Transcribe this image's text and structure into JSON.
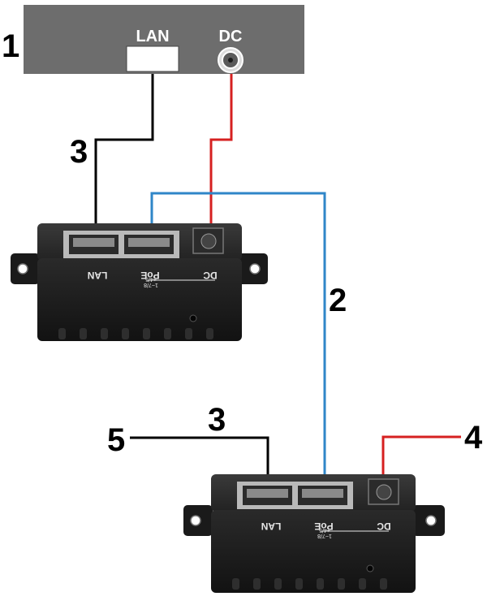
{
  "callouts": {
    "c1": "1",
    "c2": "2",
    "c3_top": "3",
    "c3_bottom": "3",
    "c4": "4",
    "c5": "5"
  },
  "device": {
    "lan_label": "LAN",
    "dc_label": "DC"
  },
  "injector": {
    "lan_label": "LAN",
    "poe_label": "PoE",
    "dc_label": "DC",
    "pin_top": "1~7/8",
    "pin_bottom": "+4/5"
  },
  "splitter": {
    "lan_label": "LAN",
    "poe_label": "PoE",
    "dc_label": "DC",
    "pin_top": "1~7/8",
    "pin_bottom": "+4/5"
  },
  "colors": {
    "device_box": "#6d6d6d",
    "body": "#1c1c1c",
    "rj45_frame": "#b9b9b9",
    "cable_ethernet": "#000000",
    "cable_poe": "#2f86c8",
    "cable_dc": "#d62020"
  }
}
